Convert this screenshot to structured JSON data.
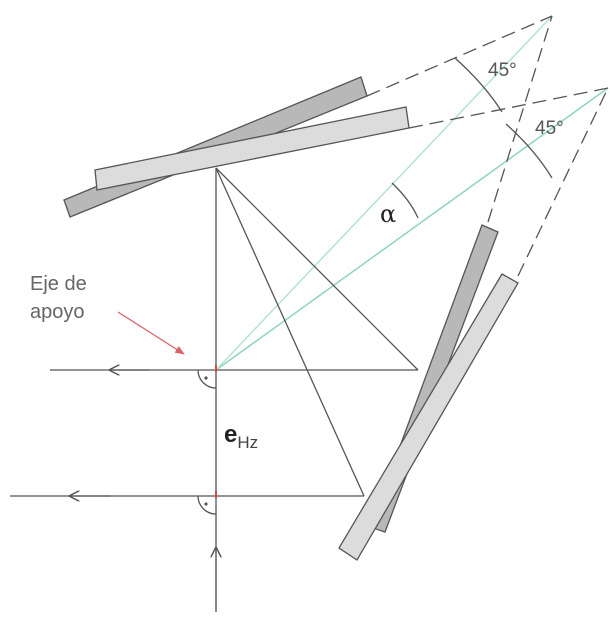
{
  "labels": {
    "angle_top": "45°",
    "angle_bottom": "45°",
    "alpha": "α",
    "axis_line1": "Eje de",
    "axis_line2": "apoyo",
    "e": "e",
    "e_sub": "Hz"
  },
  "colors": {
    "line": "#555555",
    "green_ray": "#8fd3c0",
    "light_green_ray": "#b4e2d2",
    "mirror_dark": "#b8b8b8",
    "mirror_light": "#dcdcdc",
    "pointer_arrow": "#d9606a",
    "axis_mark": "#d94848"
  }
}
